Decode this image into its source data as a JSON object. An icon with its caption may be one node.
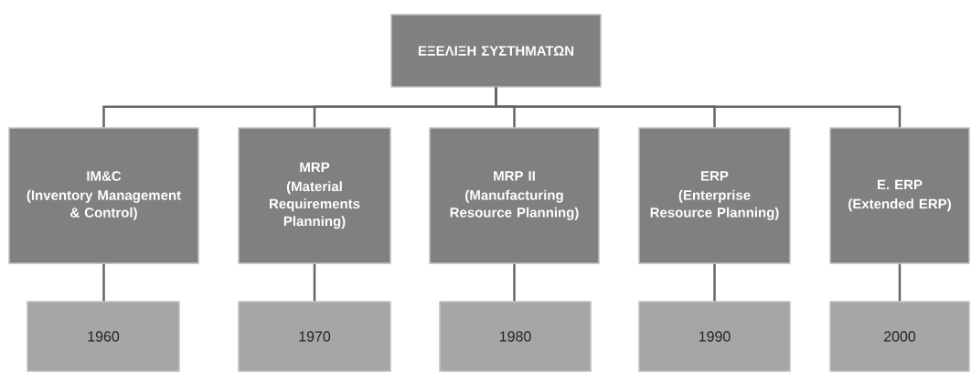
{
  "diagram": {
    "nodes": [
      {
        "text": [
          "ΕΞΕΛΙΞΗ ΣΥΣΤΗΜΑΤΩΝ"
        ]
      },
      {
        "text": [
          "IM&C",
          "(Inventory Management & Control)"
        ]
      },
      {
        "text": [
          "MRP",
          "(Material Requirements Planning)"
        ]
      },
      {
        "text": [
          "MRP II",
          "(Manufacturing Resource Planning)"
        ]
      },
      {
        "text": [
          "ERP",
          "(Enterprise Resource Planning)"
        ]
      },
      {
        "text": [
          "E. ERP",
          "(Extended ERP)"
        ]
      },
      {
        "text": [
          "1960"
        ]
      },
      {
        "text": [
          "1970"
        ]
      },
      {
        "text": [
          "1980"
        ]
      },
      {
        "text": [
          "1990"
        ]
      },
      {
        "text": [
          "2000"
        ]
      }
    ],
    "edges": [
      {
        "from": 0,
        "to": 1,
        "arrow": "none"
      },
      {
        "from": 0,
        "to": 2,
        "arrow": "none"
      },
      {
        "from": 0,
        "to": 3,
        "arrow": "none"
      },
      {
        "from": 0,
        "to": 4,
        "arrow": "none"
      },
      {
        "from": 0,
        "to": 5,
        "arrow": "none"
      },
      {
        "from": 1,
        "to": 6,
        "arrow": "none"
      },
      {
        "from": 2,
        "to": 7,
        "arrow": "none"
      },
      {
        "from": 3,
        "to": 8,
        "arrow": "none"
      },
      {
        "from": 4,
        "to": 9,
        "arrow": "none"
      },
      {
        "from": 5,
        "to": 10,
        "arrow": "none"
      }
    ]
  }
}
